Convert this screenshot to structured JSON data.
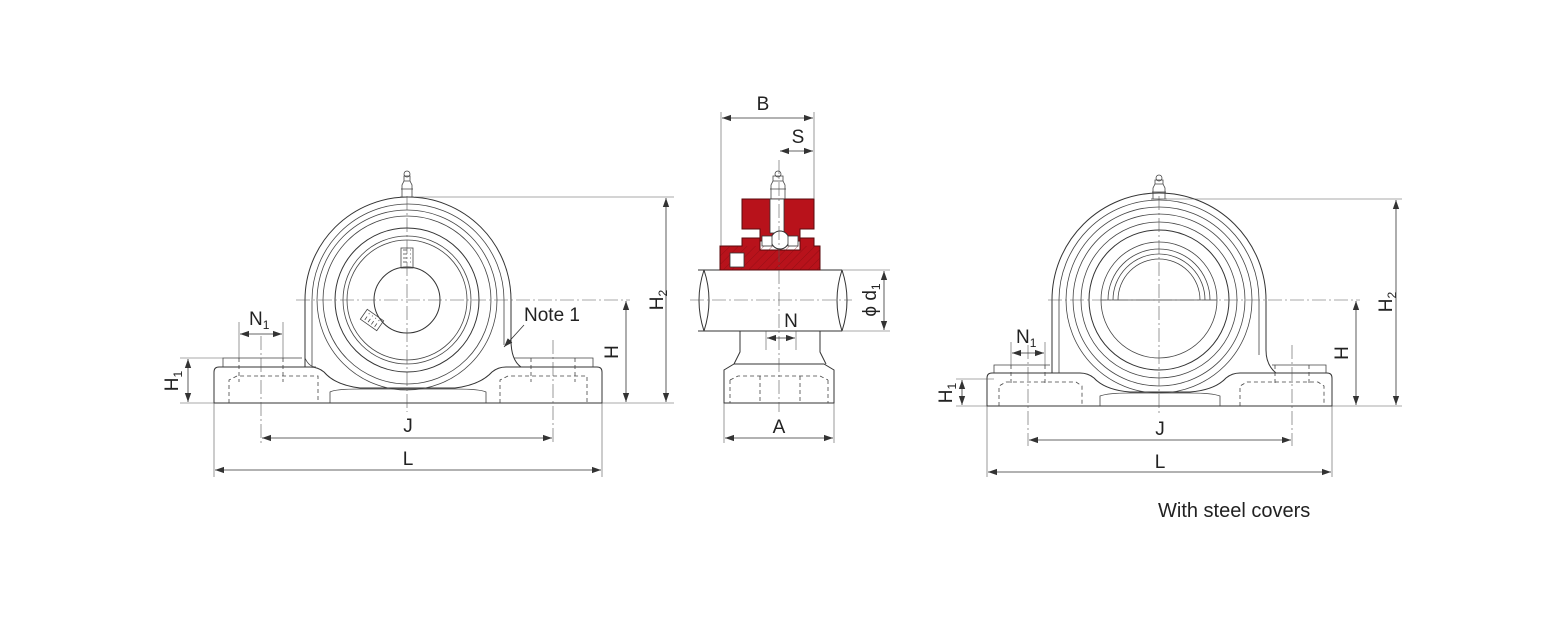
{
  "colors": {
    "housing_section": "#b8121b",
    "line": "#333333",
    "background": "#ffffff"
  },
  "labels": {
    "B": "B",
    "S": "S",
    "N": "N",
    "N1": "N",
    "N1_sub": "1",
    "H": "H",
    "H1": "H",
    "H1_sub": "1",
    "H2": "H",
    "H2_sub": "2",
    "J": "J",
    "L": "L",
    "A": "A",
    "d1_prefix": "ϕ d",
    "d1_sub": "1",
    "note": "Note 1"
  },
  "caption": "With steel covers"
}
